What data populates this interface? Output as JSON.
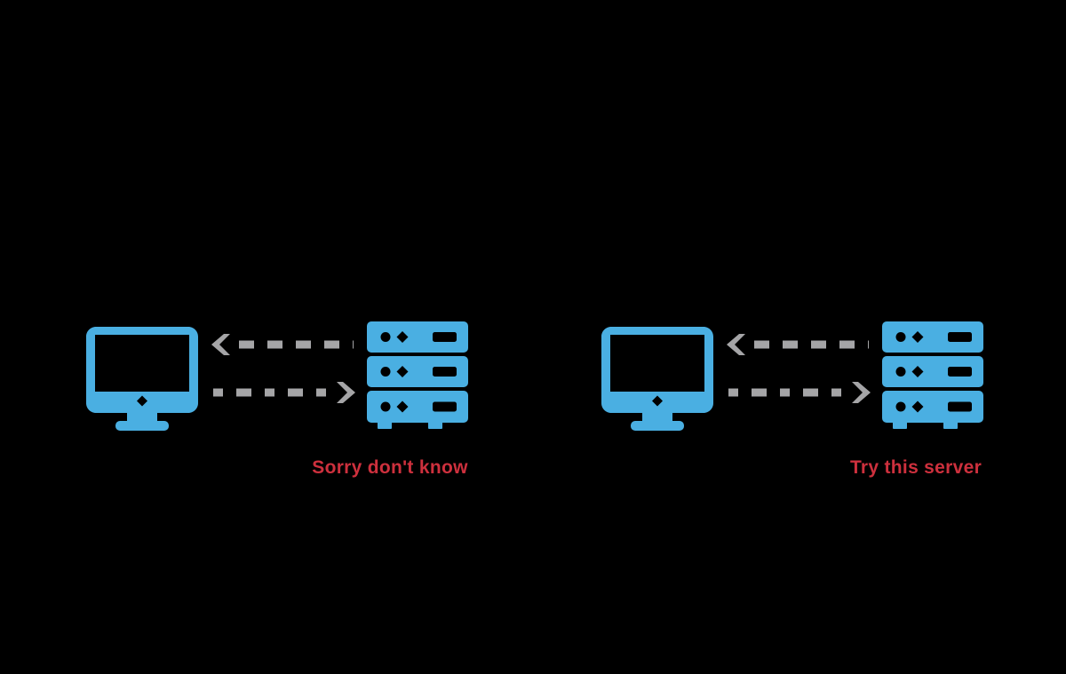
{
  "background": "#000000",
  "colors": {
    "device-blue": "#4aafe2",
    "arrow-gray": "#a5a5a7",
    "label-red": "#cd303d"
  },
  "diagram": {
    "type": "client-server-exchange-illustration",
    "panels": [
      {
        "id": "left-exchange",
        "client_icon": "desktop-computer",
        "server_icon": "server-stack",
        "arrows": [
          {
            "name": "server-response",
            "direction": "left",
            "style": "dashed"
          },
          {
            "name": "client-request",
            "direction": "right",
            "style": "dashed"
          }
        ],
        "label": "Sorry don't know"
      },
      {
        "id": "right-exchange",
        "client_icon": "desktop-computer",
        "server_icon": "server-stack",
        "arrows": [
          {
            "name": "server-response",
            "direction": "left",
            "style": "dashed"
          },
          {
            "name": "client-request",
            "direction": "right",
            "style": "dashed"
          }
        ],
        "label": "Try this server"
      }
    ]
  }
}
